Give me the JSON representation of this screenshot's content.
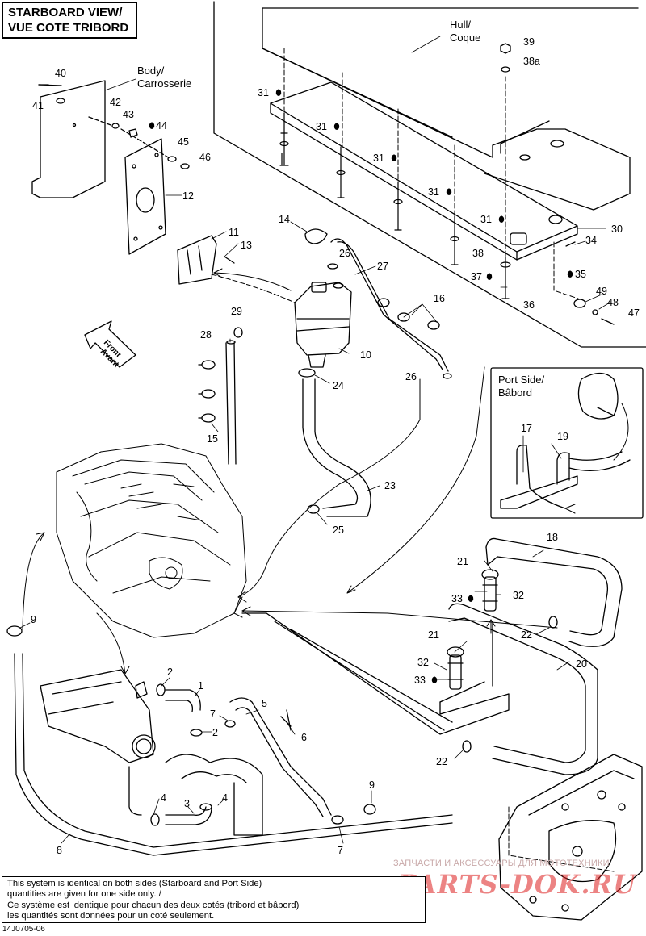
{
  "title": {
    "line1": "STARBOARD VIEW/",
    "line2": "VUE COTE TRIBORD"
  },
  "inset_label": {
    "line1": "Port Side/",
    "line2": "Bâbord"
  },
  "hull_label": {
    "line1": "Hull/",
    "line2": "Coque"
  },
  "body_label": {
    "line1": "Body/",
    "line2": "Carrosserie"
  },
  "front_label": {
    "line1": "Front",
    "line2": "Avant"
  },
  "note": {
    "line1": "This system is identical on both sides (Starboard and Port Side)",
    "line2": "quantities are given for one side only. /",
    "line3": "Ce système est identique pour chacun des deux cotés (tribord et bâbord)",
    "line4": "les quantités sont données pour un coté seulement."
  },
  "drawing_code": "14J0705-06",
  "watermark": {
    "small": "ЗАПЧАСТИ И АКСЕССУАРЫ ДЛЯ МОТОТЕХНИКИ",
    "big": "PARTS-DOK.RU"
  },
  "colors": {
    "line": "#000000",
    "watermark": "#d42020",
    "background": "#ffffff"
  },
  "callouts": {
    "c1": "1",
    "c2a": "2",
    "c2b": "2",
    "c3": "3",
    "c4a": "4",
    "c4b": "4",
    "c5": "5",
    "c6": "6",
    "c7a": "7",
    "c7b": "7",
    "c8": "8",
    "c9a": "9",
    "c9b": "9",
    "c10": "10",
    "c11": "11",
    "c12": "12",
    "c13": "13",
    "c14": "14",
    "c15": "15",
    "c16": "16",
    "c17": "17",
    "c18": "18",
    "c19": "19",
    "c20": "20",
    "c21a": "21",
    "c21b": "21",
    "c22a": "22",
    "c22b": "22",
    "c23": "23",
    "c24": "24",
    "c25": "25",
    "c26a": "26",
    "c26b": "26",
    "c27": "27",
    "c28": "28",
    "c29": "29",
    "c30": "30",
    "c31a": "31",
    "c31b": "31",
    "c31c": "31",
    "c31d": "31",
    "c31e": "31",
    "c32a": "32",
    "c32b": "32",
    "c33a": "33",
    "c33b": "33",
    "c34": "34",
    "c35": "35",
    "c36": "36",
    "c37": "37",
    "c38": "38",
    "c38a": "38a",
    "c39": "39",
    "c40": "40",
    "c41": "41",
    "c42": "42",
    "c43": "43",
    "c44": "44",
    "c45": "45",
    "c46": "46",
    "c47": "47",
    "c48": "48",
    "c49": "49"
  }
}
